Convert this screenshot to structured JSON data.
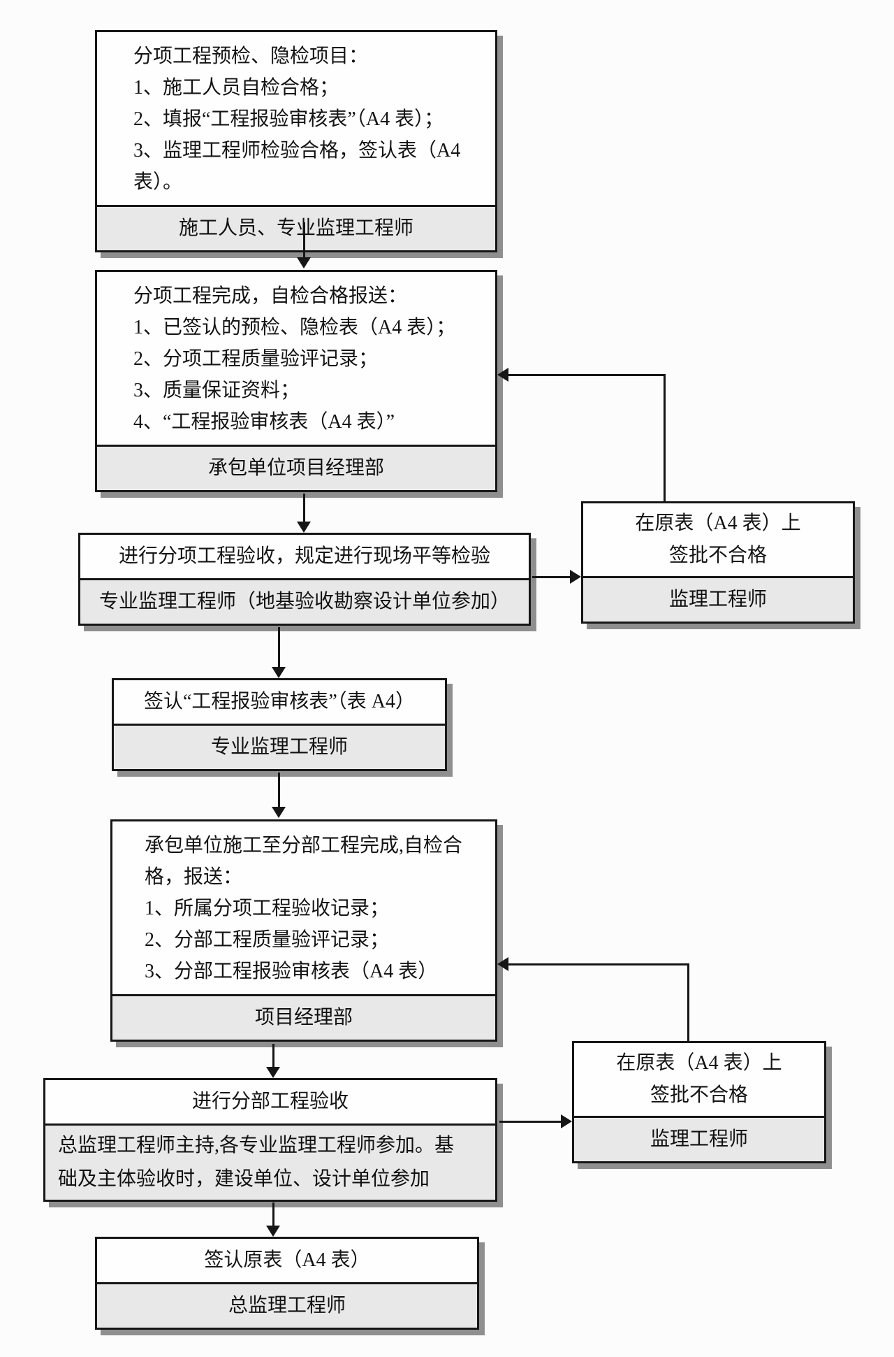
{
  "palette": {
    "ink": "#161616",
    "shadow": "#8f8f8f",
    "boxFill": "#fefefe",
    "roleFill": "#e8e8e8",
    "pageBg": "#fcfcfc"
  },
  "diagram": {
    "type": "flowchart",
    "nodes": {
      "pre_check": {
        "lines": [
          "分项工程预检、隐检项目：",
          "1、施工人员自检合格；",
          "2、填报“工程报验审核表”（A4 表）；",
          "3、监理工程师检验合格，签认表（A4 表）。"
        ],
        "role": "施工人员、专业监理工程师"
      },
      "subitem_submit": {
        "lines": [
          "分项工程完成，自检合格报送：",
          "1、已签认的预检、隐检表（A4 表）；",
          "2、分项工程质量验评记录；",
          "3、质量保证资料；",
          "4、“工程报验审核表（A4 表）”"
        ],
        "role": "承包单位项目经理部"
      },
      "subitem_acceptance": {
        "lines": [
          "进行分项工程验收，规定进行现场平等检验"
        ],
        "role": "专业监理工程师（地基验收勘察设计单位参加）"
      },
      "reject_subitem": {
        "lines": [
          "在原表（A4 表）上",
          "签批不合格"
        ],
        "role": "监理工程师"
      },
      "sign_a4": {
        "lines": [
          "签认“工程报验审核表”（表 A4）"
        ],
        "role": "专业监理工程师"
      },
      "subpart_submit": {
        "lines": [
          "承包单位施工至分部工程完成,自检合",
          "格，报送：",
          "1、所属分项工程验收记录；",
          "2、分部工程质量验评记录；",
          "3、分部工程报验审核表（A4 表）"
        ],
        "role": "项目经理部"
      },
      "subpart_acceptance": {
        "lines": [
          "进行分部工程验收"
        ],
        "role_lines": [
          "总监理工程师主持,各专业监理工程师参加。基",
          "础及主体验收时，建设单位、设计单位参加"
        ]
      },
      "reject_subpart": {
        "lines": [
          "在原表（A4 表）上",
          "签批不合格"
        ],
        "role": "监理工程师"
      },
      "sign_original": {
        "lines": [
          "签认原表（A4 表）"
        ],
        "role": "总监理工程师"
      }
    }
  }
}
